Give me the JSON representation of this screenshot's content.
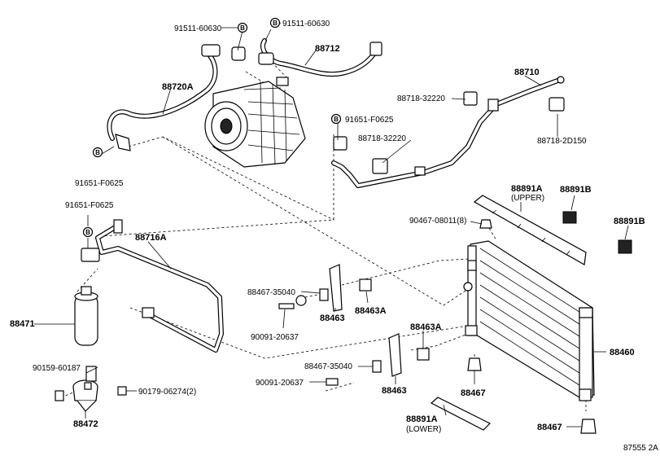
{
  "labels": {
    "p91511_60630_a": "91511-60630",
    "p91511_60630_b": "91511-60630",
    "p88712": "88712",
    "p88720A": "88720A",
    "p88710": "88710",
    "p88718_32220_a": "88718-32220",
    "p88718_32220_b": "88718-32220",
    "p88718_2D150": "88718-2D150",
    "p91651_F0625_a": "91651-F0625",
    "p91651_F0625_b": "91651-F0625",
    "p91651_F0625_c": "91651-F0625",
    "p88716A": "88716A",
    "p88891A_upper": "88891A",
    "upper": "(UPPER)",
    "p88891B_a": "88891B",
    "p88891B_b": "88891B",
    "p90467_08011": "90467-08011(8)",
    "p88467_35040_a": "88467-35040",
    "p88467_35040_b": "88467-35040",
    "p88463_a": "88463",
    "p88463_b": "88463",
    "p88463A_a": "88463A",
    "p88463A_b": "88463A",
    "p88471": "88471",
    "p90091_20637_a": "90091-20637",
    "p90091_20637_b": "90091-20637",
    "p88460": "88460",
    "p90159_60187": "90159-60187",
    "p90179_06274": "90179-06274(2)",
    "p88467_a": "88467",
    "p88467_b": "88467",
    "p88472": "88472",
    "p88891A_lower": "88891A",
    "lower": "(LOWER)",
    "diagram_id": "87555 2A"
  },
  "badges": {
    "b1": "B",
    "b2": "B",
    "b3": "B",
    "b4": "B",
    "b5": "B"
  }
}
